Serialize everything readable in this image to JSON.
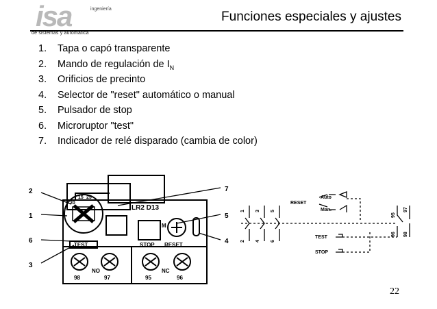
{
  "header": {
    "title": "Funciones especiales y ajustes",
    "logo": {
      "brand": "isa",
      "tagline": "ingeniería",
      "subtitle": "de sistemas y automática"
    }
  },
  "items": [
    {
      "num": "1.",
      "text": "Tapa o capó transparente"
    },
    {
      "num": "2.",
      "text": "Mando de regulación de I",
      "sub": "N"
    },
    {
      "num": "3.",
      "text": "Orificios de precinto"
    },
    {
      "num": "4.",
      "text": "Selector de \"reset\" automático o manual"
    },
    {
      "num": "5.",
      "text": "Pulsador de stop"
    },
    {
      "num": "6.",
      "text": "Microruptor \"test\""
    },
    {
      "num": "7.",
      "text": "Indicador de relé disparado (cambia de color)"
    }
  ],
  "relay_drawing": {
    "callouts": [
      "2",
      "1",
      "6",
      "3",
      "7",
      "5",
      "4"
    ],
    "model": "LR2 D13",
    "dial_numbers": [
      "20",
      "15",
      "25"
    ],
    "button_labels": [
      "TEST",
      "STOP",
      "RESET",
      "M"
    ],
    "terminals": [
      "98",
      "97",
      "95",
      "96"
    ],
    "contact_labels": [
      "NO",
      "NC"
    ]
  },
  "schematic": {
    "reset_label": "RESET",
    "auto_label": "Auto",
    "man_label": "Man.",
    "test_label": "TEST",
    "stop_label": "STOP",
    "top_terminals": [
      "1",
      "3",
      "5"
    ],
    "bottom_terminals": [
      "2",
      "4",
      "6"
    ],
    "aux_terminals": [
      "95",
      "96",
      "97",
      "98"
    ]
  },
  "page_number": "22"
}
